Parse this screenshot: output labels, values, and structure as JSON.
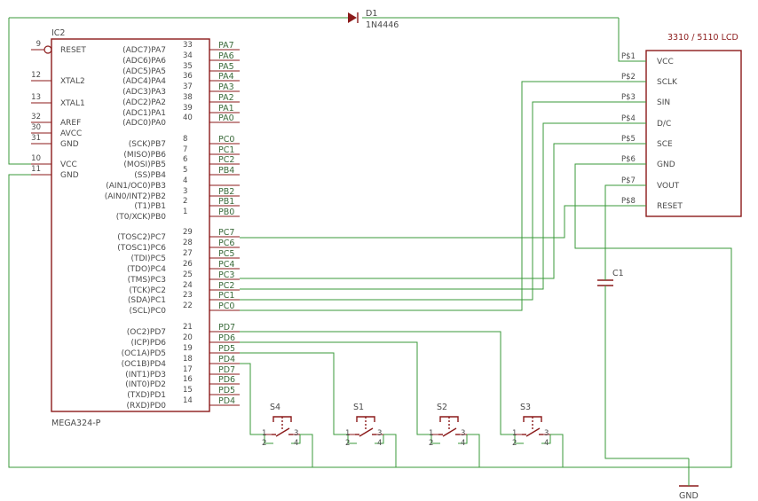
{
  "ic2": {
    "name": "IC2",
    "value": "MEGA324-P",
    "left_pins": [
      {
        "num": "9",
        "name": "RESET"
      },
      {
        "num": "12",
        "name": "XTAL2"
      },
      {
        "num": "13",
        "name": "XTAL1"
      },
      {
        "num": "32",
        "name": "AREF"
      },
      {
        "num": "30",
        "name": "AVCC"
      },
      {
        "num": "31",
        "name": "GND"
      },
      {
        "num": "10",
        "name": "VCC"
      },
      {
        "num": "11",
        "name": "GND"
      }
    ],
    "right_pins": [
      {
        "num": "33",
        "name": "(ADC7)PA7",
        "net": "PA7"
      },
      {
        "num": "34",
        "name": "(ADC6)PA6",
        "net": "PA6"
      },
      {
        "num": "35",
        "name": "(ADC5)PA5",
        "net": "PA5"
      },
      {
        "num": "36",
        "name": "(ADC4)PA4",
        "net": "PA4"
      },
      {
        "num": "37",
        "name": "(ADC3)PA3",
        "net": "PA3"
      },
      {
        "num": "38",
        "name": "(ADC2)PA2",
        "net": "PA2"
      },
      {
        "num": "39",
        "name": "(ADC1)PA1",
        "net": "PA1"
      },
      {
        "num": "40",
        "name": "(ADC0)PA0",
        "net": "PA0"
      },
      {
        "num": "8",
        "name": "(SCK)PB7",
        "net": "PC0"
      },
      {
        "num": "7",
        "name": "(MISO)PB6",
        "net": "PC1"
      },
      {
        "num": "6",
        "name": "(MOSI)PB5",
        "net": "PC2"
      },
      {
        "num": "5",
        "name": "(SS)PB4",
        "net": "PB4"
      },
      {
        "num": "4",
        "name": "(AIN1/OC0)PB3",
        "net": ""
      },
      {
        "num": "3",
        "name": "(AIN0/INT2)PB2",
        "net": "PB2"
      },
      {
        "num": "2",
        "name": "(T1)PB1",
        "net": "PB1"
      },
      {
        "num": "1",
        "name": "(T0/XCK)PB0",
        "net": "PB0"
      },
      {
        "num": "29",
        "name": "(TOSC2)PC7",
        "net": "PC7"
      },
      {
        "num": "28",
        "name": "(TOSC1)PC6",
        "net": "PC6"
      },
      {
        "num": "27",
        "name": "(TDI)PC5",
        "net": "PC5"
      },
      {
        "num": "26",
        "name": "(TDO)PC4",
        "net": "PC4"
      },
      {
        "num": "25",
        "name": "(TMS)PC3",
        "net": "PC3"
      },
      {
        "num": "24",
        "name": "(TCK)PC2",
        "net": "PC2"
      },
      {
        "num": "23",
        "name": "(SDA)PC1",
        "net": "PC1"
      },
      {
        "num": "22",
        "name": "(SCL)PC0",
        "net": "PC0"
      },
      {
        "num": "21",
        "name": "(OC2)PD7",
        "net": "PD7"
      },
      {
        "num": "20",
        "name": "(ICP)PD6",
        "net": "PD6"
      },
      {
        "num": "19",
        "name": "(OC1A)PD5",
        "net": "PD5"
      },
      {
        "num": "18",
        "name": "(OC1B)PD4",
        "net": "PD4"
      },
      {
        "num": "17",
        "name": "(INT1)PD3",
        "net": "PD7"
      },
      {
        "num": "16",
        "name": "(INT0)PD2",
        "net": "PD6"
      },
      {
        "num": "15",
        "name": "(TXD)PD1",
        "net": "PD5"
      },
      {
        "num": "14",
        "name": "(RXD)PD0",
        "net": "PD4"
      }
    ]
  },
  "diode": {
    "name": "D1",
    "value": "1N4446"
  },
  "lcd": {
    "title": "3310 / 5110 LCD",
    "pins": [
      {
        "pad": "P$1",
        "name": "VCC"
      },
      {
        "pad": "P$2",
        "name": "SCLK"
      },
      {
        "pad": "P$3",
        "name": "SIN"
      },
      {
        "pad": "P$4",
        "name": "D/C"
      },
      {
        "pad": "P$5",
        "name": "SCE"
      },
      {
        "pad": "P$6",
        "name": "GND"
      },
      {
        "pad": "P$7",
        "name": "VOUT"
      },
      {
        "pad": "P$8",
        "name": "RESET"
      }
    ]
  },
  "capacitor": {
    "name": "C1"
  },
  "switches": [
    {
      "name": "S4",
      "pins": [
        "1",
        "2",
        "3",
        "4"
      ]
    },
    {
      "name": "S1",
      "pins": [
        "1",
        "2",
        "3",
        "4"
      ]
    },
    {
      "name": "S2",
      "pins": [
        "1",
        "2",
        "3",
        "4"
      ]
    },
    {
      "name": "S3",
      "pins": [
        "1",
        "2",
        "3",
        "4"
      ]
    }
  ],
  "gnd": {
    "label": "GND"
  },
  "colors": {
    "wire": "#3a9a3a",
    "part": "#8b1a1a",
    "text": "#4a4a4a"
  }
}
